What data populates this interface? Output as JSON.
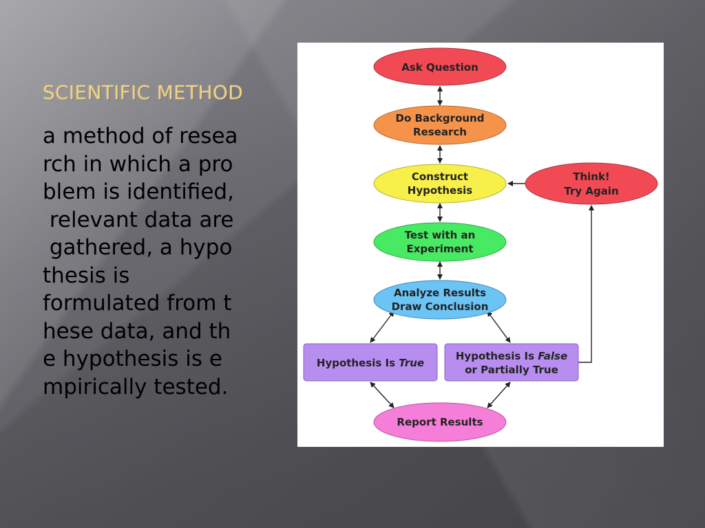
{
  "slide": {
    "title": "SCIENTIFIC METHOD",
    "body_lines": [
      "a method of resea",
      "rch in which a pro",
      "blem is identified,",
      " relevant data are",
      " gathered, a hypo",
      "thesis is",
      "formulated from t",
      "hese data, and th",
      "e hypothesis is e",
      "mpirically tested."
    ]
  },
  "diagram": {
    "nodes": {
      "ask": {
        "lines": [
          "Ask Question"
        ],
        "color": "#f24a55"
      },
      "background": {
        "lines": [
          "Do Background",
          "Research"
        ],
        "color": "#f5934a"
      },
      "hypothesis": {
        "lines": [
          "Construct",
          "Hypothesis"
        ],
        "color": "#f7f04a"
      },
      "think": {
        "lines": [
          "Think!",
          "Try Again"
        ],
        "color": "#f24a55"
      },
      "experiment": {
        "lines": [
          "Test with an",
          "Experiment"
        ],
        "color": "#49ea63"
      },
      "analyze": {
        "lines": [
          "Analyze Results",
          "Draw Conclusion"
        ],
        "color": "#6cc4f5"
      },
      "true_box": {
        "line_prefix": "Hypothesis Is ",
        "line_italic": "True",
        "color": "#b78df0"
      },
      "false_box": {
        "line1_prefix": "Hypothesis Is ",
        "line1_italic": "False",
        "line2": "or Partially True",
        "color": "#b78df0"
      },
      "report": {
        "lines": [
          "Report Results"
        ],
        "color": "#f57ed8"
      }
    }
  }
}
